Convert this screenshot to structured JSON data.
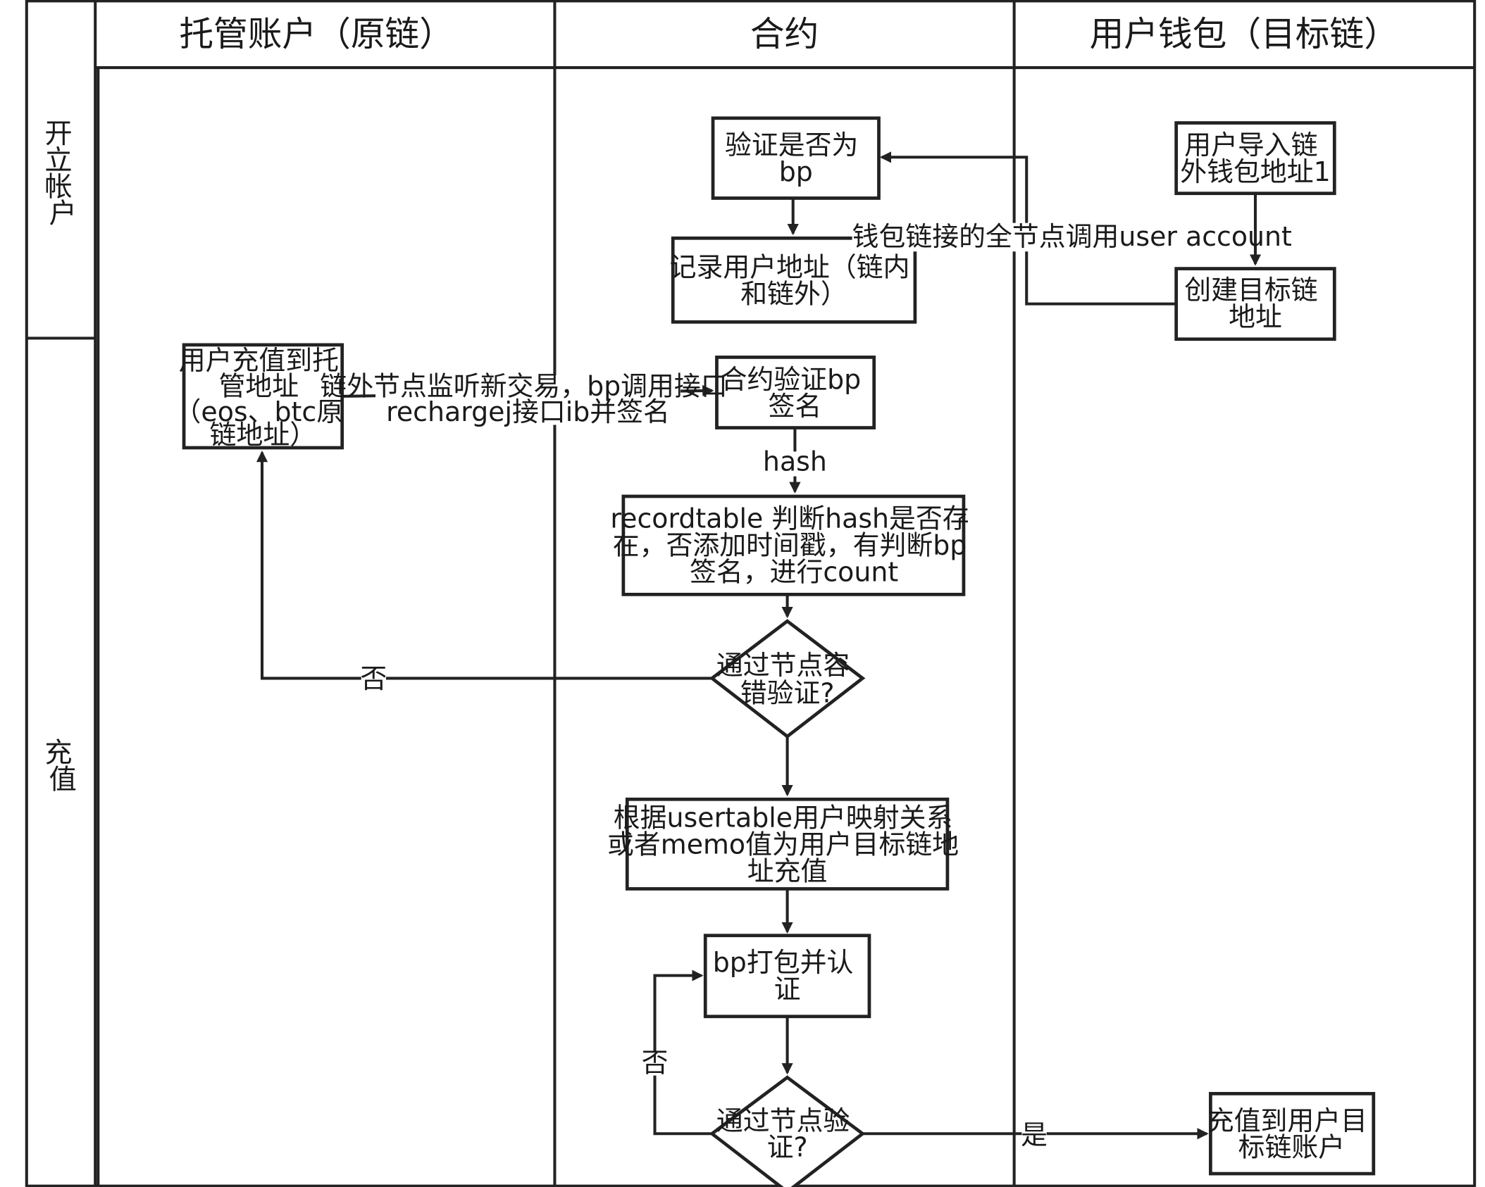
{
  "columns": [
    {
      "id": "custody",
      "label": "托管账户（原链）"
    },
    {
      "id": "contract",
      "label": "合约"
    },
    {
      "id": "wallet",
      "label": "用户钱包（目标链）"
    }
  ],
  "lanes": [
    {
      "id": "open",
      "label": [
        "开",
        "立",
        "帐",
        "户"
      ]
    },
    {
      "id": "recharge",
      "label": [
        "充",
        "值"
      ]
    }
  ],
  "nodes": {
    "verify_bp": {
      "lines": [
        "验证是否为",
        "bp"
      ]
    },
    "import_wallet": {
      "lines": [
        "用户导入链",
        "外钱包地址1"
      ]
    },
    "record_addr": {
      "lines": [
        "记录用户地址（链内",
        "和链外）"
      ]
    },
    "create_target": {
      "lines": [
        "创建目标链",
        "地址"
      ]
    },
    "user_deposit": {
      "lines": [
        "用户充值到托",
        "管地址",
        "（eos、btc原",
        "链地址）"
      ]
    },
    "contract_verify": {
      "lines": [
        "合约验证bp",
        "签名"
      ]
    },
    "recordtable": {
      "lines": [
        "recordtable 判断hash是否存",
        "在，否添加时间戳，有判断bp",
        "签名，进行count"
      ]
    },
    "fault_check": {
      "lines": [
        "通过节点容",
        "错验证?"
      ]
    },
    "usertable": {
      "lines": [
        "根据usertable用户映射关系",
        "或者memo值为用户目标链地",
        "址充值"
      ]
    },
    "bp_pack": {
      "lines": [
        "bp打包并认",
        "证"
      ]
    },
    "node_check": {
      "lines": [
        "通过节点验",
        "证?"
      ]
    },
    "credit": {
      "lines": [
        "充值到用户目",
        "标链账户"
      ]
    }
  },
  "edges": {
    "wallet_call": {
      "lines": [
        "钱包链接的全节点调用user account"
      ]
    },
    "offchain_listen": {
      "lines": [
        "链外节点监听新交易，bp调用接口",
        "rechargej接口ib并签名"
      ]
    },
    "hash": {
      "lines": [
        "hash"
      ]
    },
    "no_fault": {
      "lines": [
        "否"
      ]
    },
    "no_node": {
      "lines": [
        "否"
      ]
    },
    "yes_node": {
      "lines": [
        "是"
      ]
    }
  }
}
